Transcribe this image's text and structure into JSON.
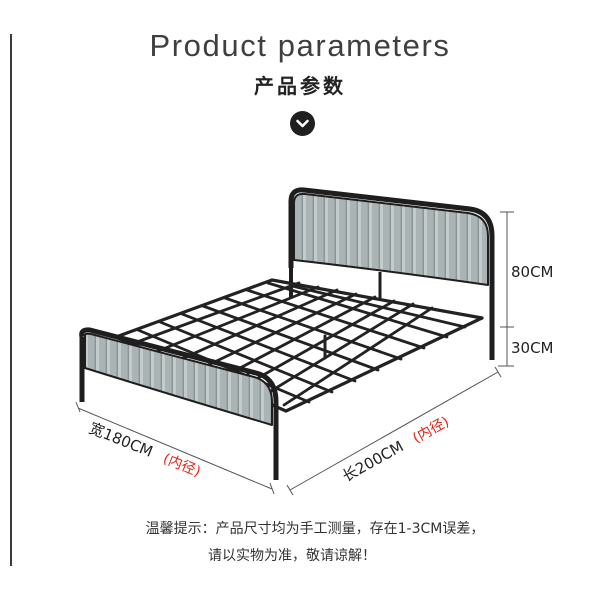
{
  "header": {
    "title_en": "Product parameters",
    "title_cn": "产品参数",
    "down_icon": "chevron-down-icon"
  },
  "dimensions": {
    "headboard_height": "80CM",
    "leg_height": "30CM",
    "width_label": "宽180CM",
    "width_note": "(内径)",
    "length_label": "长200CM",
    "length_note": "(内径)"
  },
  "notice": {
    "line1": "温馨提示：产品尺寸均为手工测量，存在1-3CM误差，",
    "line2": "请以实物为准，敬请谅解！"
  },
  "colors": {
    "frame": "#1e1e1e",
    "fabric": "#a9b3b3",
    "accent_red": "#e2231a"
  }
}
